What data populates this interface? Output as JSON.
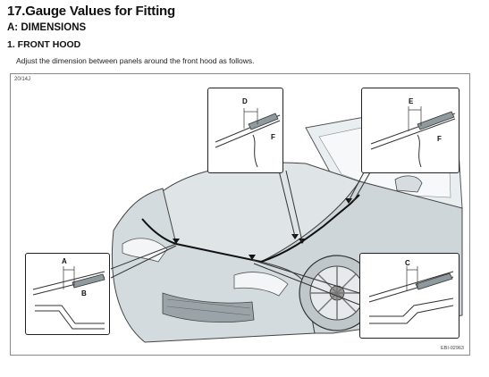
{
  "section": {
    "title": "17.Gauge Values for Fitting",
    "subtitle": "A:  DIMENSIONS",
    "heading": "1.  FRONT HOOD",
    "intro": "Adjust the dimension between panels around the front hood as follows."
  },
  "figure": {
    "id": "20/14J",
    "code": "EBI-02963",
    "labels": {
      "A": "A",
      "B": "B",
      "C": "C",
      "D": "D",
      "E": "E",
      "F1": "F",
      "F2": "F"
    }
  }
}
